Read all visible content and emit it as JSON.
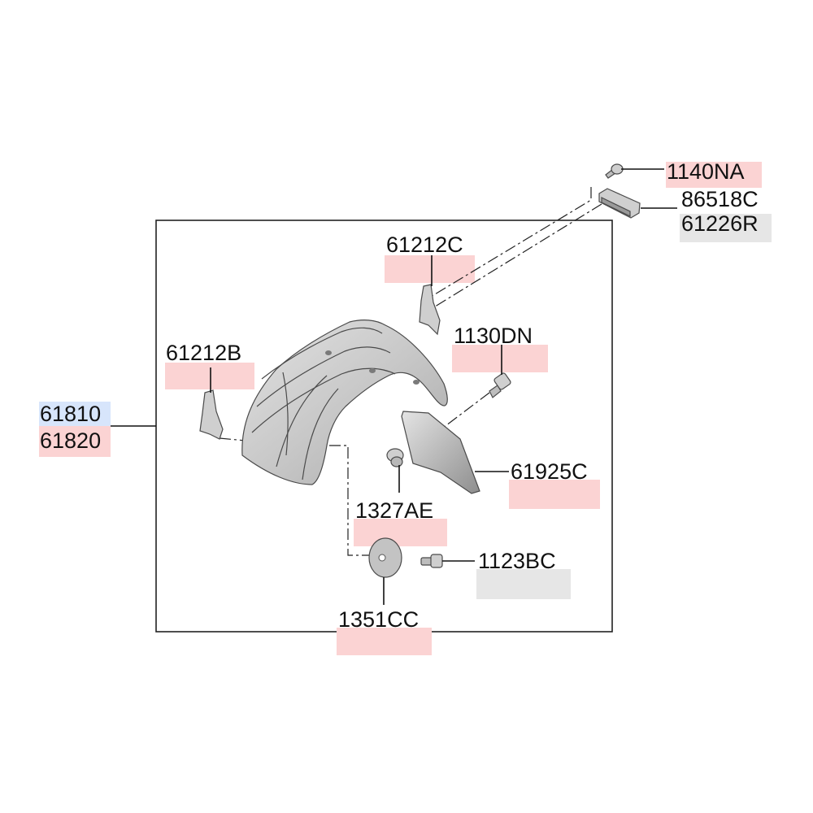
{
  "colors": {
    "highlight_red": "#fbd3d3",
    "highlight_blue": "#d7e5fb",
    "highlight_gray": "#e6e6e6",
    "line": "#111111",
    "part_fill": "#c9c9c9"
  },
  "labels": {
    "p1140na": "1140NA",
    "p86518c": "86518C",
    "p61226r": "61226R",
    "p61212c": "61212C",
    "p1130dn": "1130DN",
    "p61212b": "61212B",
    "p61810": "61810",
    "p61820": "61820",
    "p61925c": "61925C",
    "p1327ae": "1327AE",
    "p1123bc": "1123BC",
    "p1351cc": "1351CC"
  }
}
